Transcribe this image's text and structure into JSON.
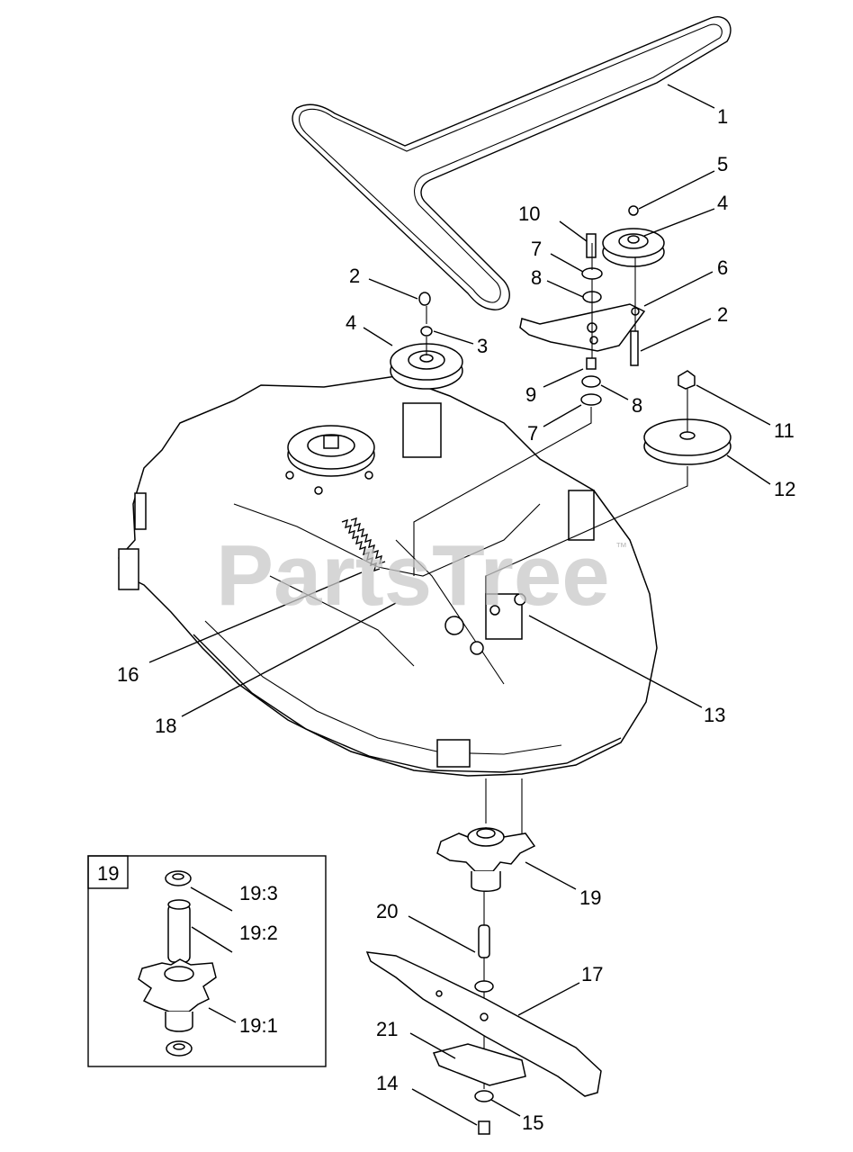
{
  "watermark": {
    "text": "PartsTree",
    "trademark": "™"
  },
  "inset": {
    "label": "19"
  },
  "callouts": {
    "c1": "1",
    "c2a": "2",
    "c2b": "2",
    "c3": "3",
    "c4a": "4",
    "c4b": "4",
    "c5": "5",
    "c6": "6",
    "c7a": "7",
    "c7b": "7",
    "c8a": "8",
    "c8b": "8",
    "c9": "9",
    "c10": "10",
    "c11": "11",
    "c12": "12",
    "c13": "13",
    "c14": "14",
    "c15": "15",
    "c16": "16",
    "c17": "17",
    "c18": "18",
    "c19": "19",
    "c20": "20",
    "c21": "21",
    "c19_1": "19:1",
    "c19_2": "19:2",
    "c19_3": "19:3"
  }
}
